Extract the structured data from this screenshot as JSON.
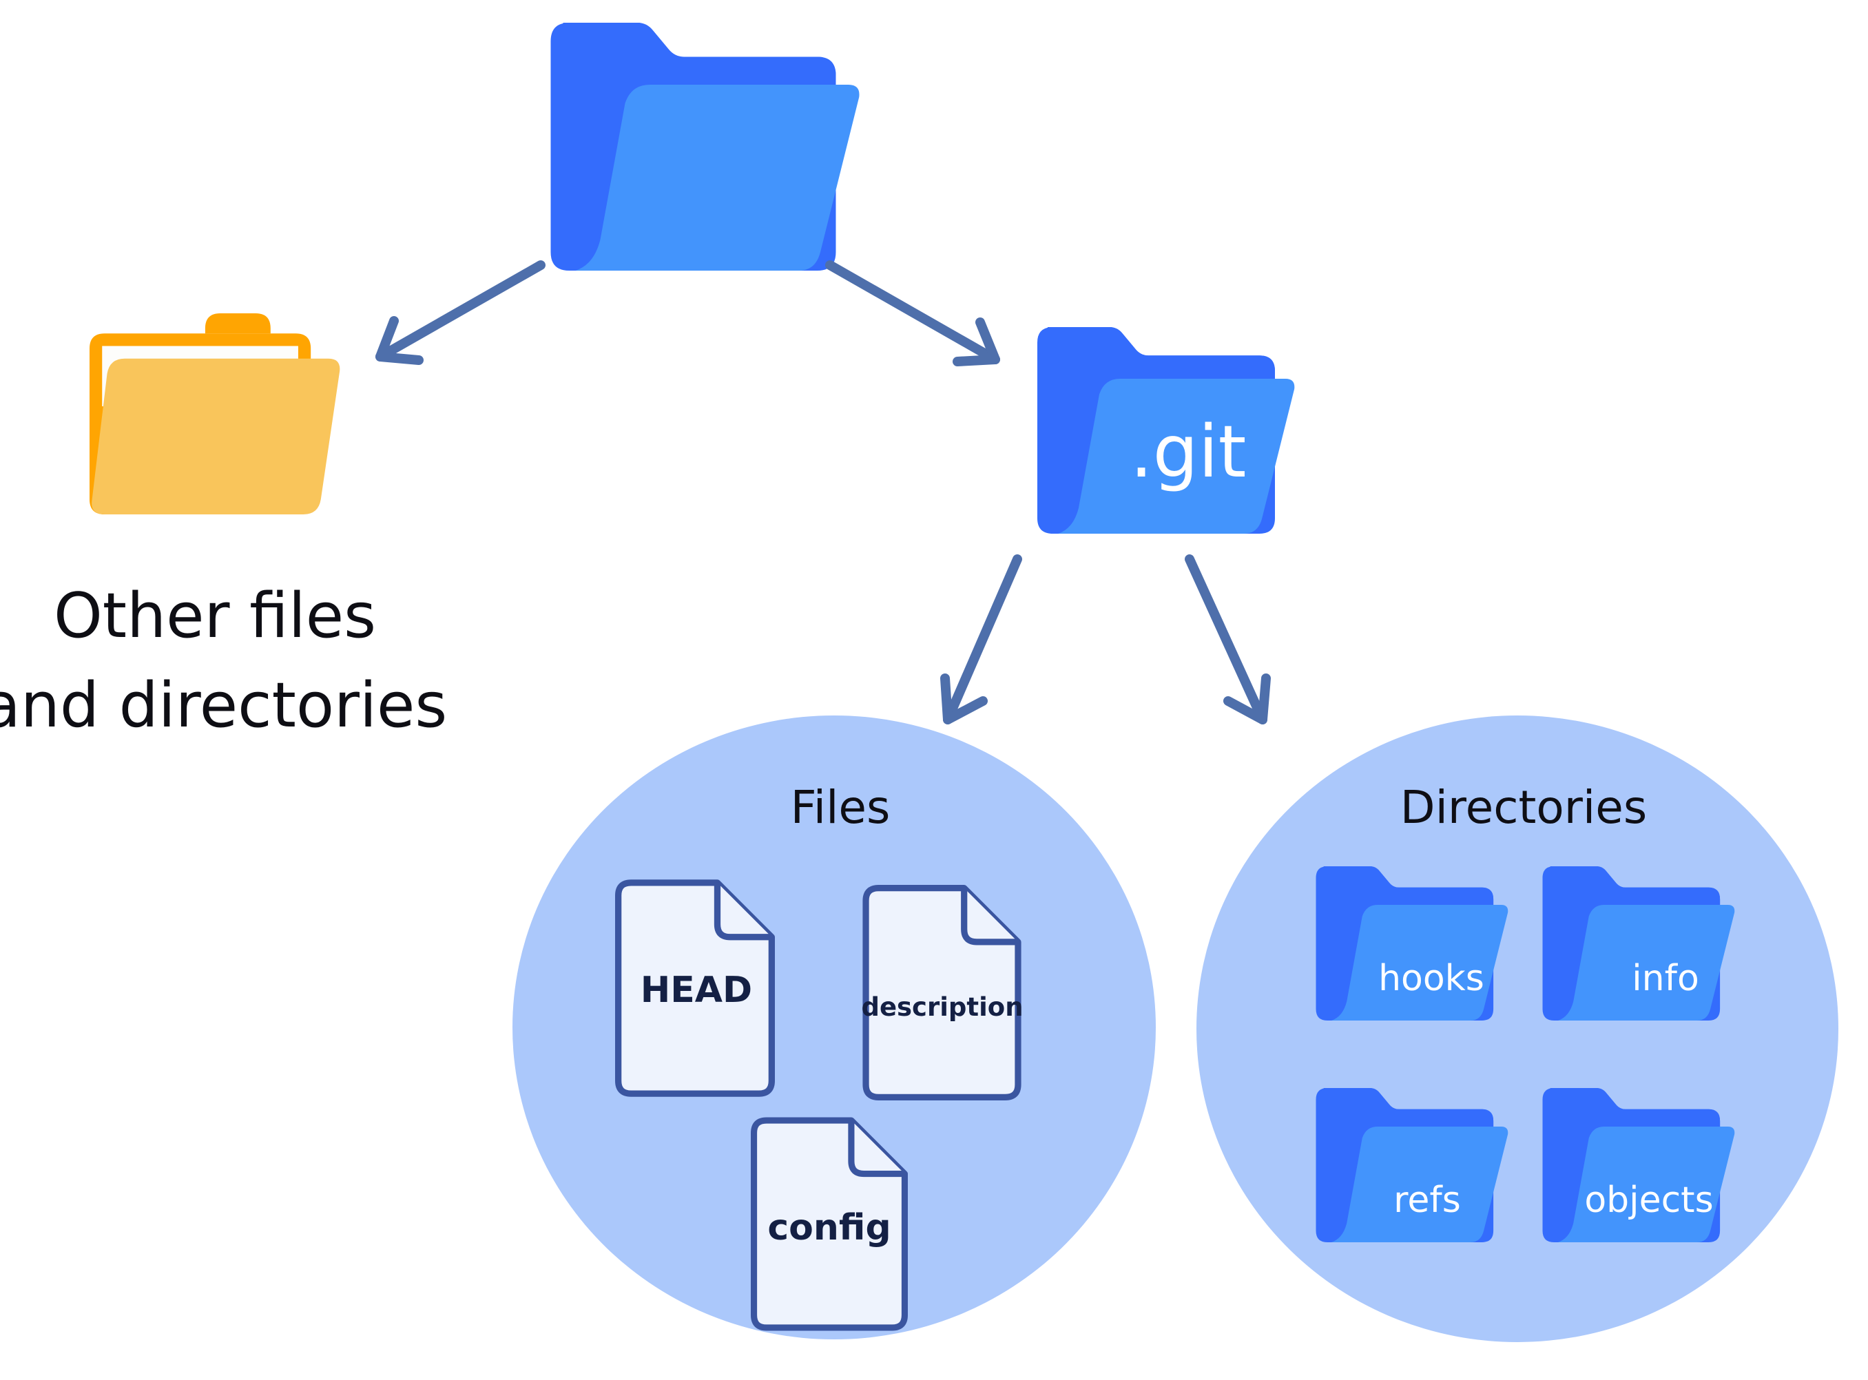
{
  "diagram": {
    "title": "Git repository structure",
    "colors": {
      "folder_back": "#346cfc",
      "folder_front": "#4394fc",
      "yellow_back": "#ffa502",
      "yellow_front": "#f9c55b",
      "yellow_paper": "#fdfdfb",
      "arrow": "#4e6fab",
      "circle_fill": "#abc8fb",
      "doc_stroke": "#3a55a0",
      "doc_fill": "#eef3fd",
      "text_dark": "#0e0e14"
    },
    "root_folder": {
      "icon": "folder-open-icon",
      "label": ""
    },
    "other": {
      "icon": "folder-open-yellow-icon",
      "label_line1": "Other files",
      "label_line2": "and directories"
    },
    "git_folder": {
      "icon": "folder-open-icon",
      "label": ".git"
    },
    "files_group": {
      "title": "Files",
      "items": [
        {
          "icon": "file-icon",
          "label": "HEAD"
        },
        {
          "icon": "file-icon",
          "label": "description"
        },
        {
          "icon": "file-icon",
          "label": "config"
        }
      ]
    },
    "directories_group": {
      "title": "Directories",
      "items": [
        {
          "icon": "folder-open-icon",
          "label": "hooks"
        },
        {
          "icon": "folder-open-icon",
          "label": "info"
        },
        {
          "icon": "folder-open-icon",
          "label": "refs"
        },
        {
          "icon": "folder-open-icon",
          "label": "objects"
        }
      ]
    },
    "edges": [
      {
        "from": "root_folder",
        "to": "other"
      },
      {
        "from": "root_folder",
        "to": "git_folder"
      },
      {
        "from": "git_folder",
        "to": "files_group"
      },
      {
        "from": "git_folder",
        "to": "directories_group"
      }
    ]
  }
}
